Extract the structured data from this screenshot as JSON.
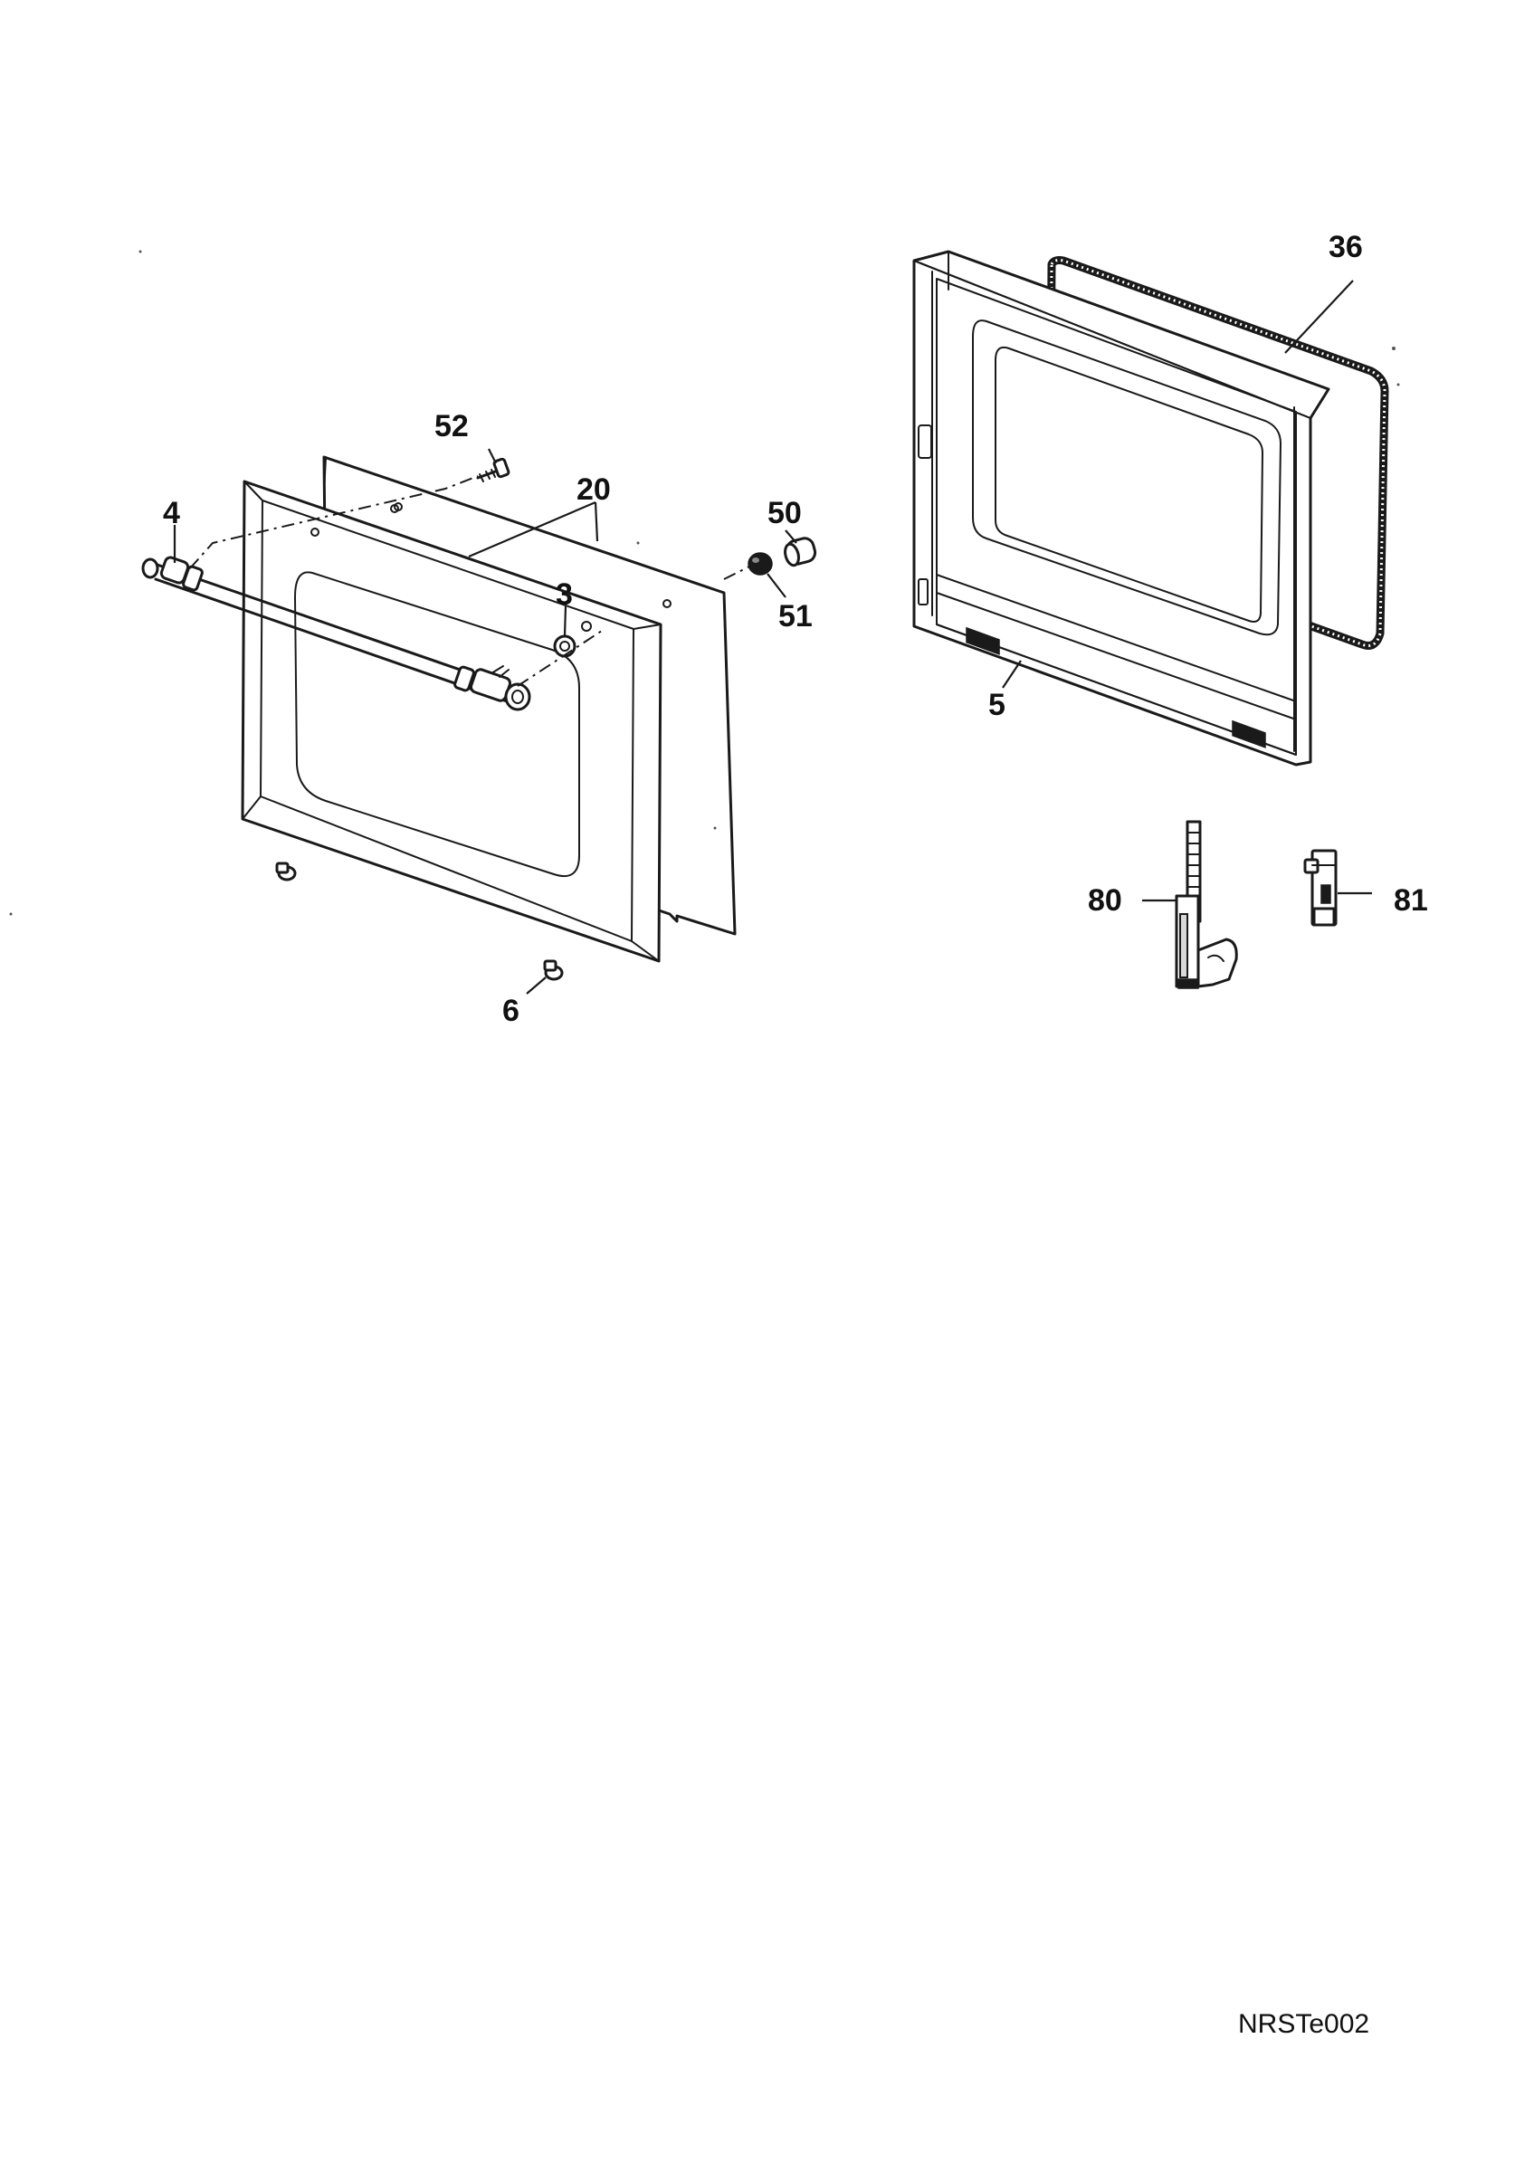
{
  "callouts": {
    "c3": "3",
    "c4": "4",
    "c5": "5",
    "c6": "6",
    "c20": "20",
    "c36": "36",
    "c50": "50",
    "c51": "51",
    "c52": "52",
    "c80": "80",
    "c81": "81"
  },
  "drawing_code": "NRSTe002"
}
